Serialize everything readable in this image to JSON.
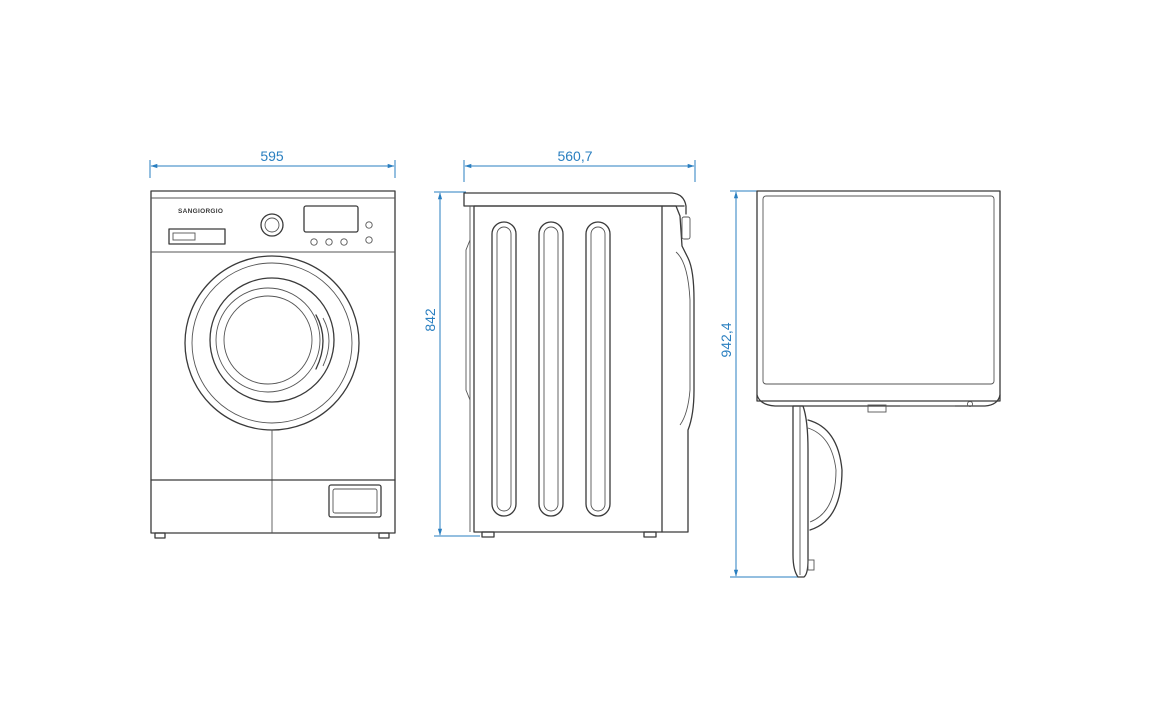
{
  "colors": {
    "dimension": "#2a7fc0",
    "outline": "#3a3a3a",
    "background": "#ffffff"
  },
  "front_view": {
    "brand_text": "SANGIORGIO",
    "width_label": "595"
  },
  "side_view": {
    "depth_label": "560,7",
    "height_label": "842"
  },
  "top_view": {
    "door_open_depth_label": "942,4"
  }
}
